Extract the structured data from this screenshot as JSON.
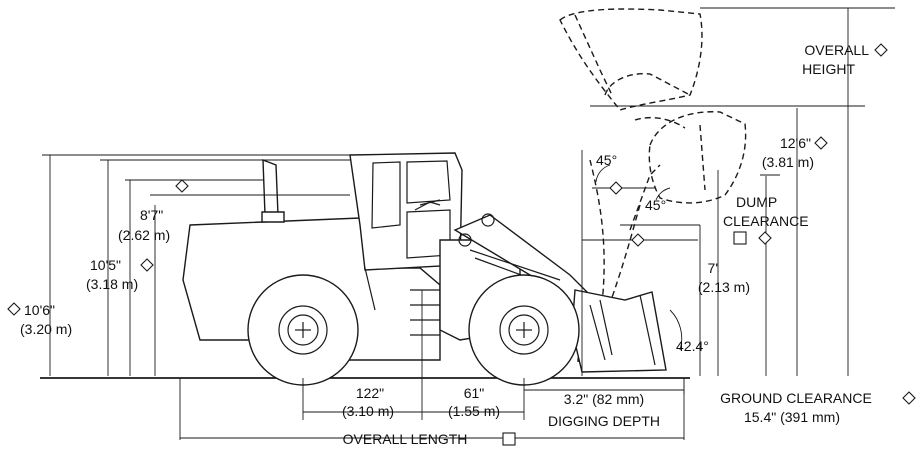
{
  "labels": {
    "overall_height": "OVERALL",
    "overall_height_2": "HEIGHT",
    "dump_clearance_height": "12'6\"",
    "dump_clearance_height_m": "(3.81 m)",
    "dump_clearance": "DUMP",
    "dump_clearance_2": "CLEARANCE",
    "reach": "7'",
    "reach_m": "(2.13 m)",
    "dump_angle_1": "45°",
    "dump_angle_2": "45°",
    "rollback_angle": "42.4°",
    "cab_height": "8'7\"",
    "cab_height_m": "(2.62 m)",
    "hood_height": "10'5\"",
    "hood_height_m": "(3.18 m)",
    "total_height": "10'6\"",
    "total_height_m": "(3.20 m)",
    "wheelbase": "122\"",
    "wheelbase_m": "(3.10 m)",
    "axle_to_front": "61\"",
    "axle_to_front_m": "(1.55 m)",
    "digging_depth_value": "3.2\" (82 mm)",
    "digging_depth": "DIGGING DEPTH",
    "ground_clearance": "GROUND CLEARANCE",
    "ground_clearance_value": "15.4\" (391 mm)",
    "overall_length": "OVERALL LENGTH"
  },
  "symbols": {
    "diamond": "diamond-icon",
    "square": "square-icon"
  }
}
